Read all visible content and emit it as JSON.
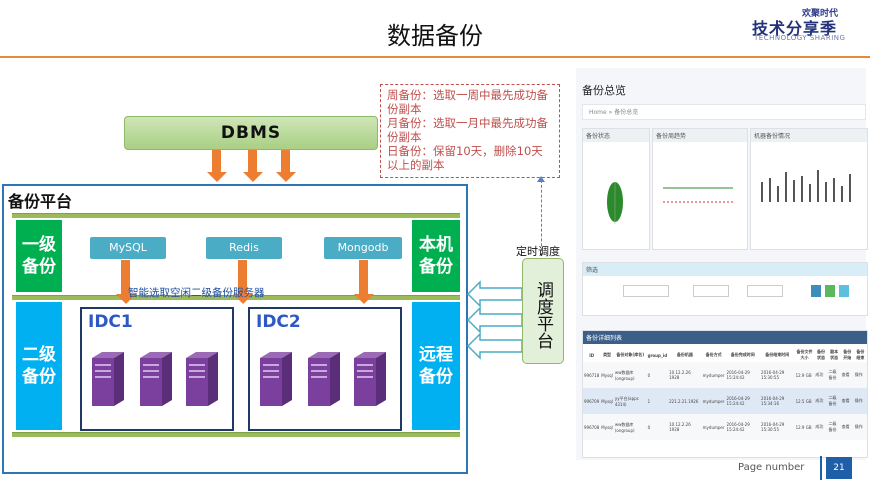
{
  "slide": {
    "title": "数据备份",
    "page_label": "Page number",
    "page_number": "21"
  },
  "logo": {
    "small": "欢聚时代",
    "main": "技术分享季",
    "en": "TECHNOLOGY SHARING"
  },
  "dbms": {
    "label": "DBMS"
  },
  "note": {
    "lines": [
      "周备份：选取一周中最先成功备份副本",
      "月备份：选取一月中最先成功备份副本",
      "日备份：保留10天，删除10天以上的副本"
    ]
  },
  "platform": {
    "title": "备份平台",
    "tier1_left": "一级备份",
    "tier1_right": "本机备份",
    "tier2_left": "二级备份",
    "tier2_right": "远程备份",
    "services": [
      "MySQL",
      "Redis",
      "Mongodb"
    ],
    "inner_label": "智能选取空闲二级备份服务器",
    "idc1": "IDC1",
    "idc2": "IDC2"
  },
  "schedule": {
    "label": "定时调度",
    "box": "调度平台"
  },
  "screenshot": {
    "title": "备份总览",
    "breadcrumb_home": "Home",
    "breadcrumb_page": "备份总览",
    "panel1": "备份状态",
    "panel2": "备份周趋势",
    "panel3": "机器备份情况",
    "search_section": "筛选",
    "list_section": "备份详细列表",
    "table_headers": [
      "ID",
      "类型",
      "备份对象(库名)",
      "group_id",
      "备份机器",
      "备份方式",
      "备份完成时间",
      "备份结束时间",
      "备份文件大小",
      "备份状态",
      "副本状态",
      "备份开始",
      "备份结束"
    ],
    "table_rows": [
      [
        "996718",
        "Mysql",
        "ww数据库(ongroup)",
        "0",
        "10.12.2.26 1928",
        "mydumper",
        "2016-04-29 15:24:42",
        "2016-04-29 15:30:55",
        "12.9 GB",
        "成功",
        "二级备份",
        "查看",
        "操作"
      ],
      [
        "996709",
        "Mysql",
        "yy平台(apps 4314)",
        "1",
        "221.2.21.1926",
        "mydumper",
        "2016-04-29 15:24:42",
        "2016-04-29 15:34:16",
        "12.5 GB",
        "成功",
        "二级备份",
        "查看",
        "操作"
      ],
      [
        "996708",
        "Mysql",
        "ww数据库(ongroup)",
        "0",
        "10.12.2.26 1928",
        "mydumper",
        "2016-04-29 15:24:42",
        "2016-04-29 15:30:55",
        "12.9 GB",
        "成功",
        "二级备份",
        "查看",
        "操作"
      ]
    ]
  },
  "colors": {
    "accent_orange": "#ed7d31",
    "tier1_green": "#00b050",
    "tier2_cyan": "#00b0f0",
    "service_teal": "#4bacc6",
    "platform_border": "#2e75b6",
    "note_red": "#c0504d"
  }
}
